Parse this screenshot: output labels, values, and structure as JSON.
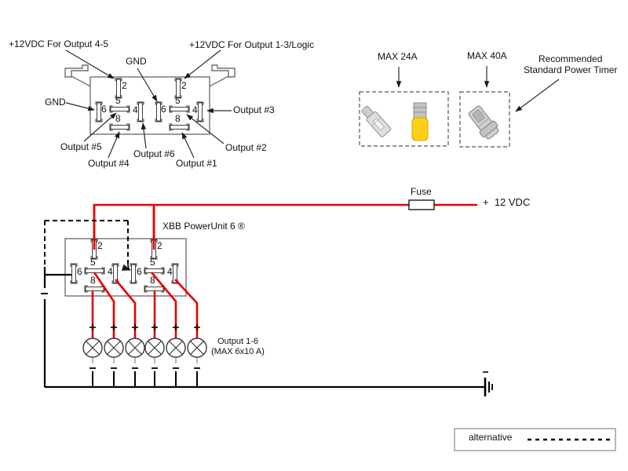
{
  "pinout": {
    "power_45": "+12VDC For Output 4-5",
    "gnd_center": "GND",
    "power_13": "+12VDC For Output 1-3/Logic",
    "gnd_left": "GND",
    "output_3": "Output #3",
    "output_5": "Output #5",
    "output_4": "Output #4",
    "output_6": "Output #6",
    "output_1": "Output #1",
    "output_2": "Output #2",
    "pins": {
      "p2": "2",
      "p4": "4",
      "p5": "5",
      "p6": "6",
      "p8": "8"
    }
  },
  "accessories": {
    "max24": "MAX 24A",
    "max40": "MAX 40A",
    "recommended_1": "Recommended",
    "recommended_2": "Standard Power Timer"
  },
  "power": {
    "fuse": "Fuse",
    "supply": "+  12 VDC"
  },
  "unit": {
    "name": "XBB PowerUnit 6 ®"
  },
  "outputs": {
    "range": "Output 1-6",
    "rating": "(MAX 6x10 A)"
  },
  "legend": {
    "alternative": "alternative"
  },
  "colors": {
    "wire_hot": "#e60000",
    "wire_ground": "#000000",
    "terminal_yellow": "#fdd017"
  }
}
